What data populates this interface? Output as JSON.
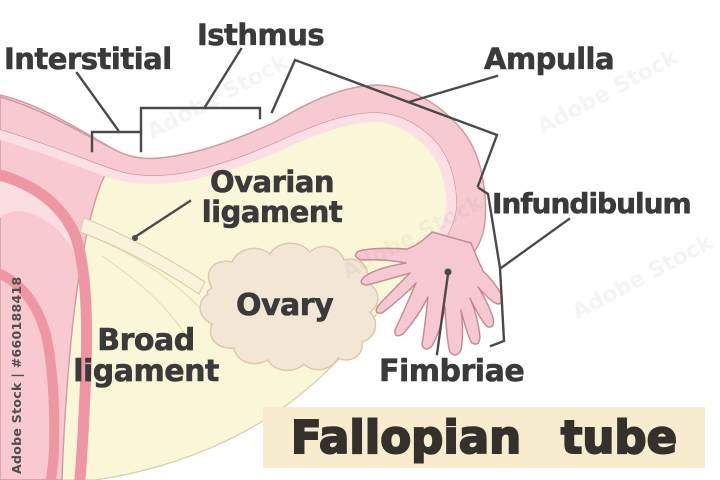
{
  "diagram": {
    "title": "Fallopian tube",
    "labels": {
      "interstitial": "Interstitial",
      "isthmus": "Isthmus",
      "ampulla": "Ampulla",
      "infundibulum": "Infundibulum",
      "ovarian_ligament": "Ovarian\nligament",
      "ovary": "Ovary",
      "broad_ligament": "Broad\nligament",
      "fimbriae": "Fimbriae"
    },
    "watermark": {
      "side_text": "Adobe Stock | #660188418",
      "ghost_text": "Adobe Stock"
    },
    "colors": {
      "tube_pink": "#f7cad2",
      "tube_inner_pink": "#fbdfe5",
      "tube_outline": "#cf9aa2",
      "uterus_pink": "#f8c9d1",
      "uterus_dark_pink": "#ef96a4",
      "uterus_cavity_pink": "#fbdde2",
      "broad_ligament_yellow": "#faf7d9",
      "ovary_beige": "#f2e6d4",
      "fimbriae_pink": "#f6c9d2",
      "title_band": "#f7ecce",
      "label_text": "#3a3a3a",
      "leader_line": "#4a4a4a"
    }
  }
}
